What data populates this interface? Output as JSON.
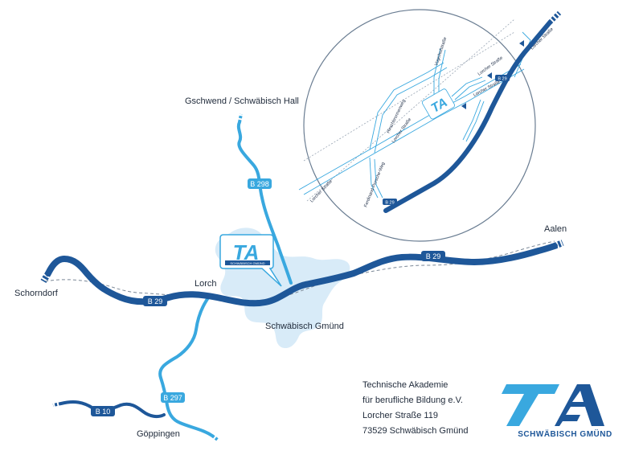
{
  "towns": {
    "gschwend": "Gschwend / Schwäbisch Hall",
    "schorndorf": "Schorndorf",
    "lorch": "Lorch",
    "gmuend": "Schwäbisch Gmünd",
    "aalen": "Aalen",
    "goeppingen": "Göppingen"
  },
  "roads": {
    "b29_main": "B 29",
    "b29_east": "B 29",
    "b298": "B 298",
    "b297": "B 297",
    "b10": "B 10",
    "b29_inset_top": "B 29",
    "b29_inset_bottom": "B 29"
  },
  "inset_streets": {
    "vogelhofstrasse": "Vogelhofstraße",
    "hirschbronnenweg": "Hirschbronnenweg",
    "lorcher_strasse_mid": "Lorcher Straße",
    "lorcher_strasse_left": "Lorcher Straße",
    "lorcher_strasse_top": "Lorcher Straße",
    "lorcher_strasse_right": "Lorcher Straße",
    "ferdinand_porsche_weg": "Ferdinand-Porsche-Weg",
    "stuttgarter_strasse": "Stuttgarter Straße"
  },
  "logo": {
    "letters": "TA",
    "tagline": "SCHWÄBISCH GMÜND"
  },
  "address": {
    "line1": "Technische Akademie",
    "line2": "für berufliche Bildung e.V.",
    "line3": "Lorcher Straße 119",
    "line4": "73529 Schwäbisch Gmünd"
  },
  "colors": {
    "dark_blue": "#1e5799",
    "light_blue": "#39a8df",
    "city_area": "#d8ebf8",
    "rail": "#7a8796"
  }
}
